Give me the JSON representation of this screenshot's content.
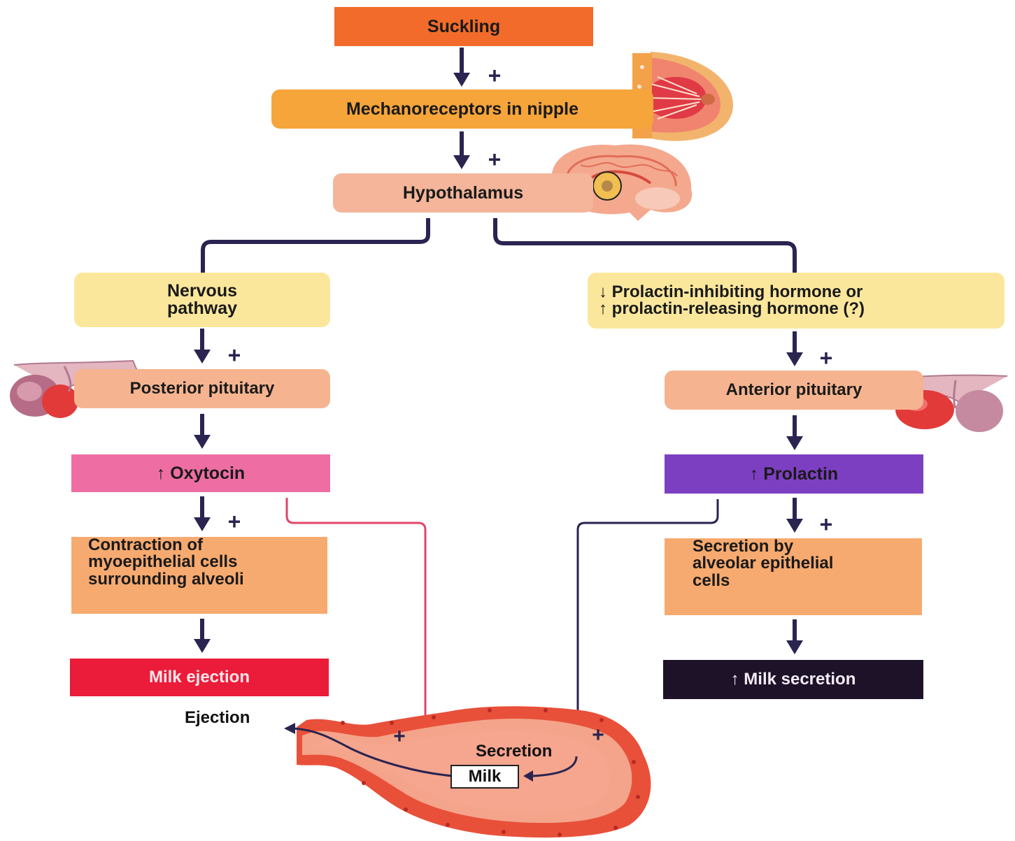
{
  "nodes": {
    "suckling": "Suckling",
    "mechanoreceptors": "Mechanoreceptors in nipple",
    "hypothalamus": "Hypothalamus",
    "nervous_pathway": [
      "Nervous",
      "pathway"
    ],
    "prolactin_hormone": [
      "↓ Prolactin-inhibiting hormone or",
      "↑ prolactin-releasing hormone (?)"
    ],
    "posterior_pituitary": "Posterior pituitary",
    "anterior_pituitary": "Anterior pituitary",
    "oxytocin": "↑ Oxytocin",
    "prolactin": "↑ Prolactin",
    "contraction": [
      "Contraction of",
      "myoepithelial cells",
      "surrounding alveoli"
    ],
    "secretion_cells": [
      "Secretion by",
      "alveolar epithelial",
      "cells"
    ],
    "milk_ejection": "Milk ejection",
    "milk_secretion": "↑ Milk secretion"
  },
  "alveolus": {
    "ejection_label": "Ejection",
    "secretion_label": "Secretion",
    "milk_label": "Milk"
  },
  "signs": {
    "plus": "+"
  },
  "colors": {
    "suckling": "#f26b2a",
    "mechanoreceptors": "#f6a53a",
    "hypothalamus": "#f4b59a",
    "yellow": "#fbe79c",
    "pituitary": "#f5b48f",
    "oxytocin": "#ee6ea4",
    "prolactin": "#7d3fc2",
    "effect": "#f7aa6f",
    "milk_ejection": "#ea1c3a",
    "milk_secretion": "#1e1228",
    "arrow": "#2a2450",
    "red_line": "#e0456a"
  },
  "icons": [
    "breast-icon",
    "brain-icon",
    "posterior-pituitary-icon",
    "anterior-pituitary-icon",
    "alveolus-icon"
  ]
}
